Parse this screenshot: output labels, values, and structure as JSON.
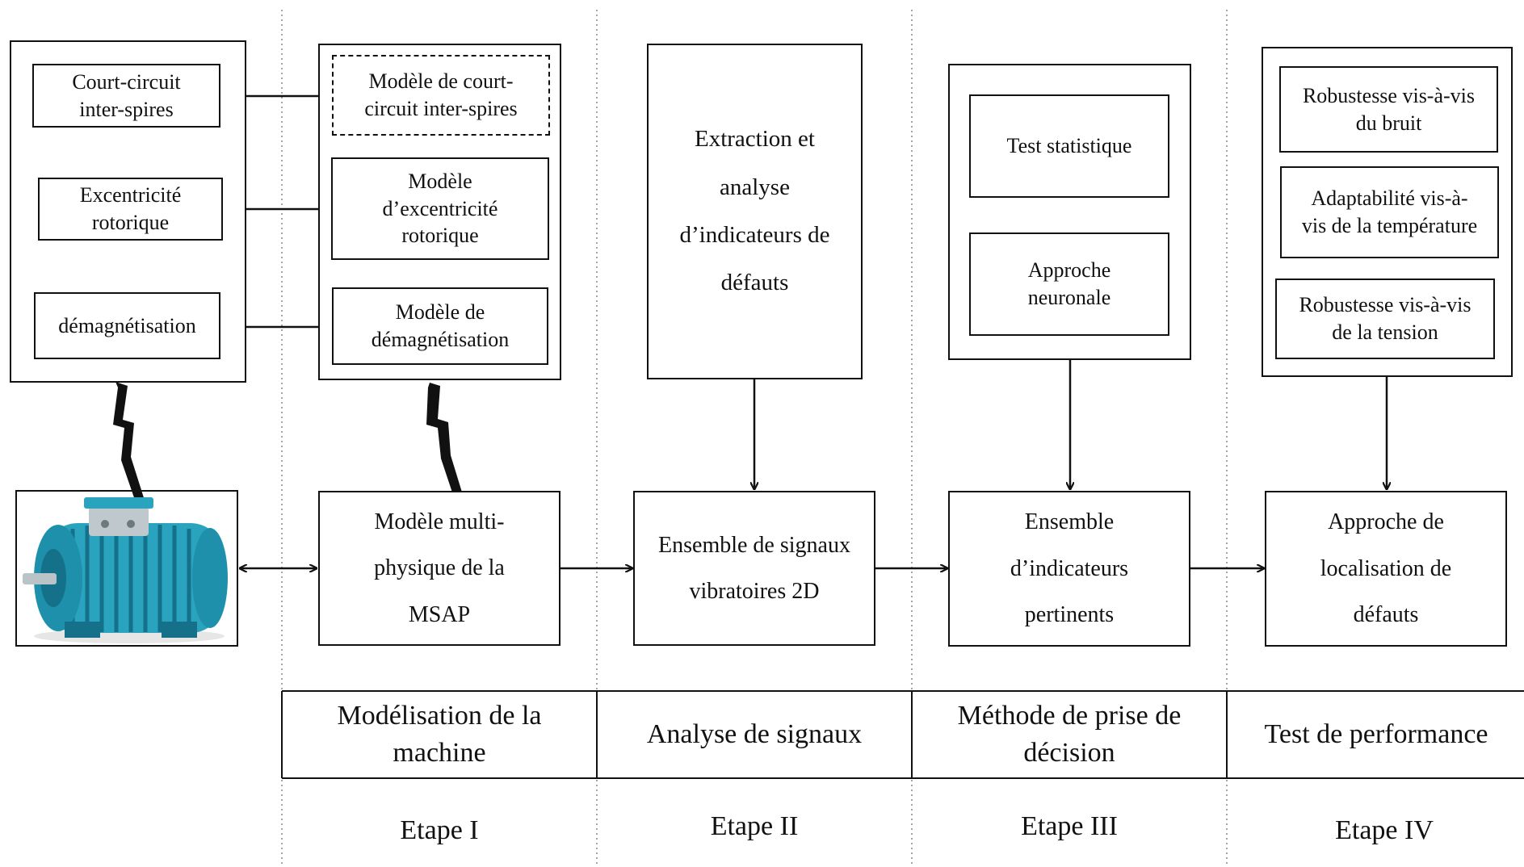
{
  "defects": {
    "court_circuit": "Court-circuit\ninter-spires",
    "excentricite": "Excentricité\nrotorique",
    "demagnetisation": "démagnétisation"
  },
  "models": {
    "court_circuit": "Modèle de court-\ncircuit inter-spires",
    "excentricite": "Modèle\nd’excentricité\nrotorique",
    "demagnetisation": "Modèle de\ndémagnétisation"
  },
  "extraction": "Extraction et\nanalyse\nd’indicateurs de\ndéfauts",
  "decision": {
    "test_statistique": "Test statistique",
    "approche_neuronale": "Approche\nneuronale"
  },
  "performance": {
    "bruit": "Robustesse vis-à-vis\ndu bruit",
    "temperature": "Adaptabilité vis-à-\nvis de la température",
    "tension": "Robustesse vis-à-vis\nde la tension"
  },
  "flow": {
    "modele_multiphysique": "Modèle multi-\nphysique de la\nMSAP",
    "signaux": "Ensemble de signaux\nvibratoires 2D",
    "indicateurs": "Ensemble\nd’indicateurs\npertinents",
    "localisation": "Approche de\nlocalisation de\ndéfauts"
  },
  "stages": {
    "titles": [
      "Modélisation de la\nmachine",
      "Analyse de signaux",
      "Méthode de prise de\ndécision",
      "Test de performance"
    ],
    "labels": [
      "Etape I",
      "Etape II",
      "Etape III",
      "Etape IV"
    ]
  },
  "icons": {
    "motor": "electric-motor-icon",
    "lightning": "lightning-bolt-icon"
  },
  "colors": {
    "stroke": "#111111",
    "motor_body": "#2aa3bf",
    "motor_dark": "#15708a"
  }
}
